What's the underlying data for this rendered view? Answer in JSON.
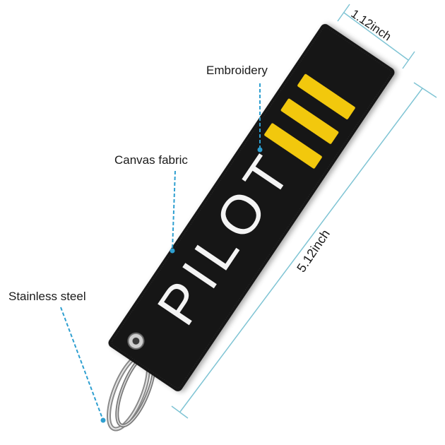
{
  "product": {
    "tag_text": "PILOT",
    "stripe_count": 3,
    "colors": {
      "fabric": "#141414",
      "stripe": "#f2c80f",
      "text": "#f4f4f4",
      "dimension_line": "#7fc4d4",
      "callout_line": "#2e9fd0",
      "ring": "#9a9a9a"
    }
  },
  "dimensions": {
    "width": "1.12inch",
    "length": "5.12inch"
  },
  "callouts": {
    "embroidery": "Embroidery",
    "canvas": "Canvas fabric",
    "steel": "Stainless steel"
  }
}
